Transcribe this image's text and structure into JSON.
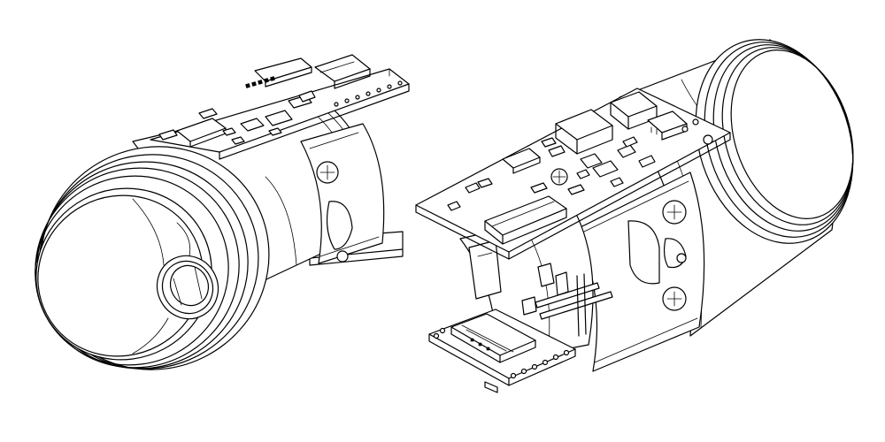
{
  "views": [
    {
      "id": "left",
      "subject": "camera-lens-module-front-view"
    },
    {
      "id": "right",
      "subject": "camera-lens-module-rear-view"
    }
  ],
  "colors": {
    "background": "#ffffff",
    "line": "#000000",
    "fill": "#ffffff"
  }
}
